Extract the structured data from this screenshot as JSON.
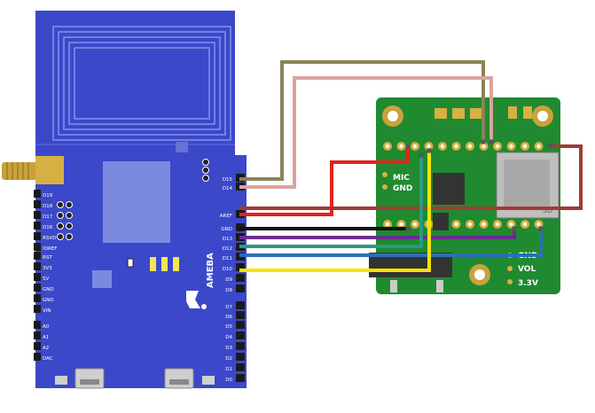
{
  "ameba_board": {
    "logo_text": "AMEBA",
    "left_header_labels": [
      "D19",
      "D18",
      "D17",
      "D16",
      "RSVD",
      "IOREF",
      "RST",
      "3V3",
      "5V",
      "GND",
      "GND",
      "VIN",
      "A0",
      "A1",
      "A2",
      "DAC"
    ],
    "right_header_labels": [
      "D15",
      "D14",
      "AREF",
      "GND",
      "D13",
      "D12",
      "D11",
      "D10",
      "D9",
      "D8",
      "D7",
      "D6",
      "D5",
      "D4",
      "D3",
      "D2",
      "D1",
      "D0"
    ]
  },
  "audio_module": {
    "labels": [
      "MIC",
      "GND",
      "GND",
      "VOL",
      "3.3V"
    ],
    "sd_slot_label": "SD"
  },
  "wires": [
    {
      "name": "wire-d15",
      "color": "#8b8355"
    },
    {
      "name": "wire-d14",
      "color": "#d9a3a0"
    },
    {
      "name": "wire-aref",
      "color": "#e0241c"
    },
    {
      "name": "wire-gnd-aref",
      "color": "#a33a36"
    },
    {
      "name": "wire-gnd",
      "color": "#111111"
    },
    {
      "name": "wire-d13",
      "color": "#6a2d91"
    },
    {
      "name": "wire-d12",
      "color": "#2a9a82"
    },
    {
      "name": "wire-d11",
      "color": "#2a6fb5"
    },
    {
      "name": "wire-d10",
      "color": "#f5e400"
    }
  ],
  "colors": {
    "board_blue": "#3b48c9",
    "module_green": "#1f8a2f",
    "antenna_gold": "#c9a23a"
  }
}
